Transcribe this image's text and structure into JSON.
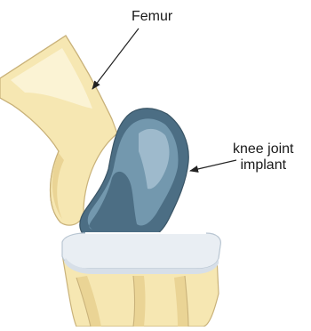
{
  "labels": {
    "femur": "Femur",
    "implant_line1": "knee joint",
    "implant_line2": "implant"
  },
  "colors": {
    "bone_fill": "#f6e7b2",
    "bone_light": "#fbf3d4",
    "bone_shadow": "#e7d08f",
    "bone_outline": "#c9b27a",
    "implant_dark": "#4c6e84",
    "implant_mid": "#7398ae",
    "implant_light": "#a9c3d3",
    "insert_fill": "#e9eef3",
    "insert_outline": "#b9c6d2",
    "arrow": "#222222"
  }
}
